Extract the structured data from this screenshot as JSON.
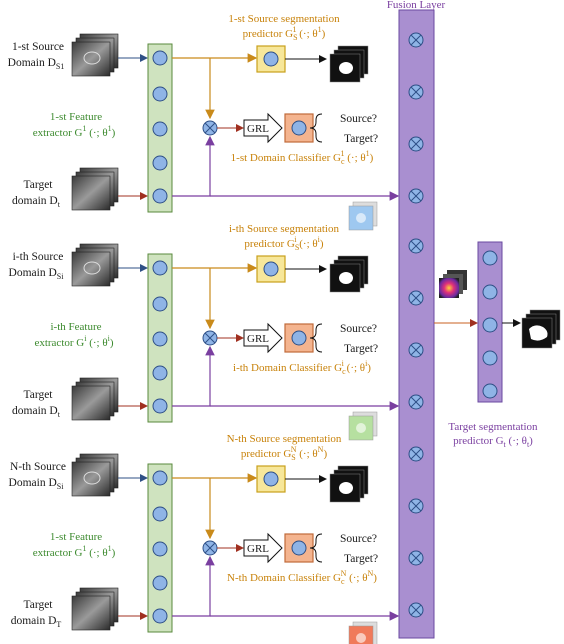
{
  "fusion_label": "Fusion Layer",
  "branches": [
    {
      "source_line1": "1-st Source",
      "source_line2": "Domain D",
      "source_sub": "S1",
      "feature_line1": "1-st Feature",
      "feature_line2": "extractor G",
      "feature_sym": "1",
      "predictor_line1": "1-st Source segmentation",
      "predictor_line2": "predictor G",
      "predictor_sym": "1",
      "classifier": "1-st Domain Classifier G",
      "classifier_sym": "1",
      "grl": "GRL",
      "question_source": "Source?",
      "question_target": "Target?",
      "target_line1": "Target",
      "target_line2": "domain D",
      "target_sub": "t"
    },
    {
      "source_line1": "i-th Source",
      "source_line2": "Domain D",
      "source_sub": "Si",
      "feature_line1": "i-th Feature",
      "feature_line2": "extractor G",
      "feature_sym": "i",
      "predictor_line1": "i-th Source segmentation",
      "predictor_line2": "predictor G",
      "predictor_sym": "i",
      "classifier": "i-th Domain Classifier G",
      "classifier_sym": "i",
      "grl": "GRL",
      "question_source": "Source?",
      "question_target": "Target?",
      "target_line1": "Target",
      "target_line2": "domain D",
      "target_sub": "t"
    },
    {
      "source_line1": "N-th Source",
      "source_line2": "Domain D",
      "source_sub": "Si",
      "feature_line1": "1-st Feature",
      "feature_line2": "extractor G",
      "feature_sym": "1",
      "predictor_line1": "N-th Source segmentation",
      "predictor_line2": "predictor G",
      "predictor_sym": "N",
      "classifier": "N-th Domain Classifier G",
      "classifier_sym": "N",
      "grl": "GRL",
      "question_source": "Source?",
      "question_target": "Target?",
      "target_line1": "Target",
      "target_line2": "domain D",
      "target_sub": "T"
    }
  ],
  "target_predictor_line1": "Target segmentation",
  "target_predictor_line2": "predictor G",
  "target_predictor_sub": "t",
  "colors": {
    "feature_fill": "#cfe3bf",
    "feature_stroke": "#5a8a3c",
    "fusion_fill": "#a98fd0",
    "fusion_stroke": "#6a4aa0",
    "node_fill": "#8fb4e6",
    "node_stroke": "#2e4f86",
    "predictor_fill": "#f7e79a",
    "predictor_stroke": "#c9a11c",
    "classifier_fill": "#f4b48f",
    "classifier_stroke": "#c06a3a",
    "orange_line": "#c98a1a",
    "purple_line": "#7a3fa0",
    "blue_line": "#2e4f86",
    "red_line": "#a03020",
    "green_text": "#3c8a2e",
    "orange_text": "#c8820a",
    "purple_text": "#7a3fa0"
  }
}
